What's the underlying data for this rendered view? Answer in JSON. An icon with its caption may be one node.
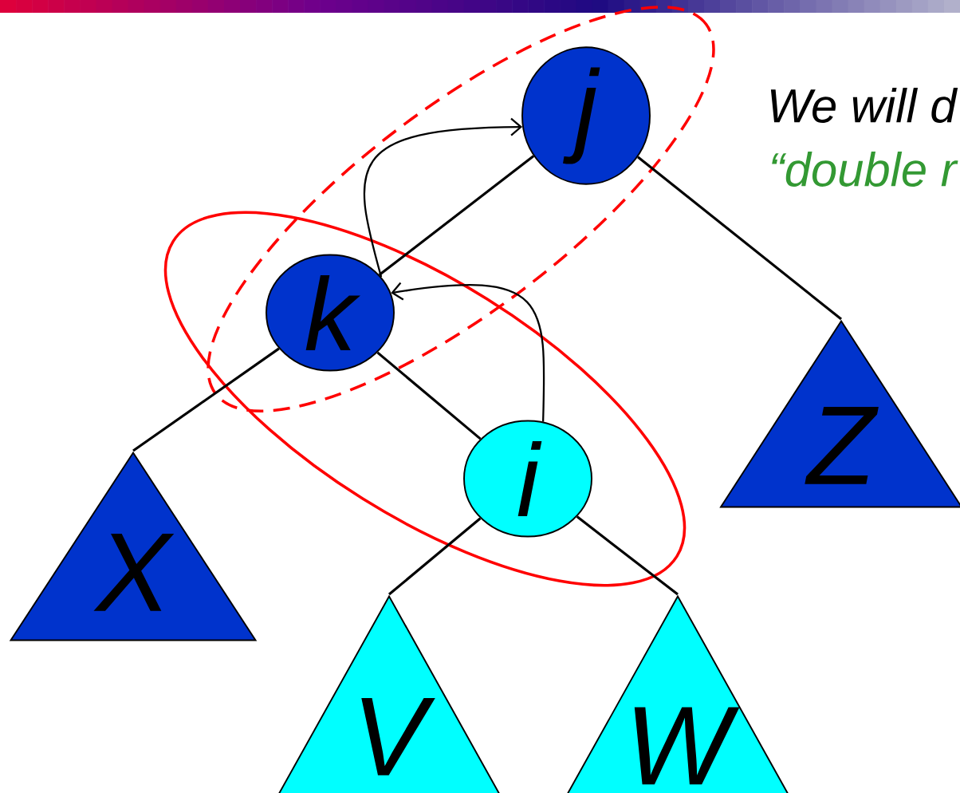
{
  "diagram": {
    "nodes": [
      {
        "text": [
          "j"
        ]
      },
      {
        "text": [
          "k"
        ]
      },
      {
        "text": [
          "i"
        ]
      },
      {
        "text": [
          "X"
        ]
      },
      {
        "text": [
          "Z"
        ]
      },
      {
        "text": [
          "V"
        ]
      },
      {
        "text": [
          "W"
        ]
      }
    ],
    "edges": [
      {
        "from": 0,
        "to": 1,
        "arrow": "none"
      },
      {
        "from": 0,
        "to": 4,
        "arrow": "none"
      },
      {
        "from": 1,
        "to": 3,
        "arrow": "none"
      },
      {
        "from": 1,
        "to": 2,
        "arrow": "none"
      },
      {
        "from": 2,
        "to": 5,
        "arrow": "none"
      },
      {
        "from": 2,
        "to": 6,
        "arrow": "none"
      },
      {
        "from": 1,
        "to": 0,
        "arrow": "to"
      },
      {
        "from": 2,
        "to": 1,
        "arrow": "to"
      }
    ],
    "labels": [
      "We will d",
      "“double r"
    ]
  }
}
